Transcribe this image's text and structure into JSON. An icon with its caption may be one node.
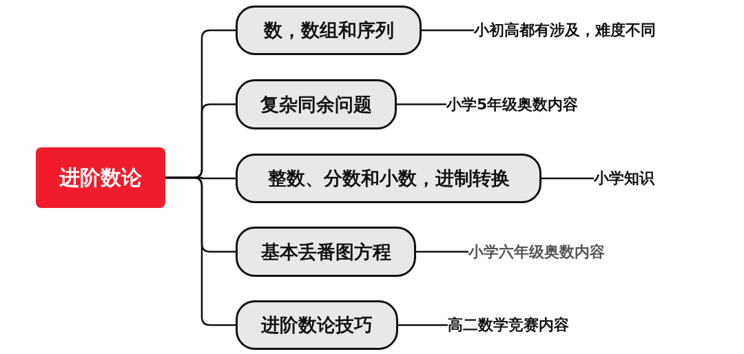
{
  "diagram": {
    "nodes": [
      {
        "text": [
          "进阶数论"
        ]
      },
      {
        "text": [
          "数，数组和序列"
        ]
      },
      {
        "text": [
          "复杂同余问题"
        ]
      },
      {
        "text": [
          "整数、分数和小数，进制转换"
        ]
      },
      {
        "text": [
          "基本丢番图方程"
        ]
      },
      {
        "text": [
          "进阶数论技巧"
        ]
      },
      {
        "text": [
          "小初高都有涉及，难度不同"
        ]
      },
      {
        "text": [
          "小学5年级奥数内容"
        ]
      },
      {
        "text": [
          "小学知识"
        ]
      },
      {
        "text": [
          "小学六年级奥数内容"
        ]
      },
      {
        "text": [
          "高二数学竞赛内容"
        ]
      }
    ],
    "edges": [
      {
        "from": 0,
        "to": 1,
        "arrow": "none"
      },
      {
        "from": 0,
        "to": 2,
        "arrow": "none"
      },
      {
        "from": 0,
        "to": 3,
        "arrow": "none"
      },
      {
        "from": 0,
        "to": 4,
        "arrow": "none"
      },
      {
        "from": 0,
        "to": 5,
        "arrow": "none"
      },
      {
        "from": 1,
        "to": 6,
        "arrow": "none"
      },
      {
        "from": 2,
        "to": 7,
        "arrow": "none"
      },
      {
        "from": 3,
        "to": 8,
        "arrow": "none"
      },
      {
        "from": 4,
        "to": 9,
        "arrow": "none"
      },
      {
        "from": 5,
        "to": 10,
        "arrow": "none"
      }
    ]
  }
}
